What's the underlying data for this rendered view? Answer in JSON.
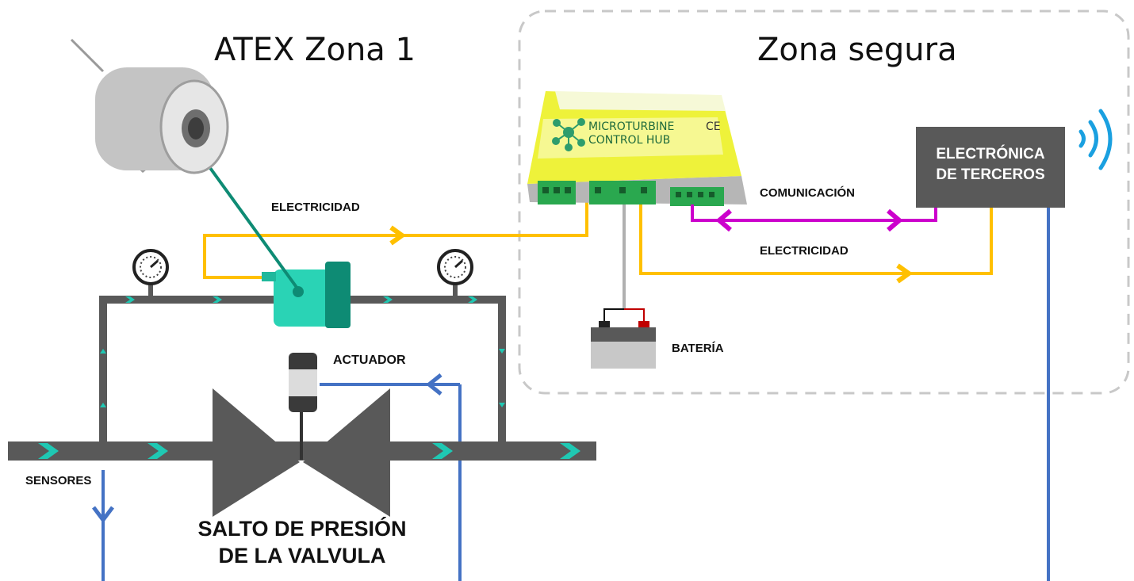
{
  "zones": {
    "atex_title": "ATEX Zona 1",
    "safe_title": "Zona segura"
  },
  "labels": {
    "electricity_1": "ELECTRICIDAD",
    "electricity_2": "ELECTRICIDAD",
    "communication": "COMUNICACIÓN",
    "battery": "BATERÍA",
    "actuator": "ACTUADOR",
    "sensors": "SENSORES",
    "valve_drop_line1": "SALTO DE PRESIÓN",
    "valve_drop_line2": "DE LA VALVULA"
  },
  "third_party_box": {
    "line1": "ELECTRÓNICA",
    "line2": "DE TERCEROS"
  },
  "hub_device": {
    "brand_line1": "MICROTURBINE",
    "brand_line2": "CONTROL HUB",
    "ce_mark": "CE"
  },
  "colors": {
    "electricity": "#ffc000",
    "communication": "#cc00cc",
    "signal": "#4472c4",
    "pipe": "#595959",
    "flow_chevron": "#1fc8b3",
    "turbine": "#2ad3b5",
    "turbine_dark": "#0e8b74",
    "third_party_box": "#595959",
    "hub_yellow": "#eef23a",
    "wifi": "#1aa0e0",
    "zone_border": "#c8c8c8"
  }
}
